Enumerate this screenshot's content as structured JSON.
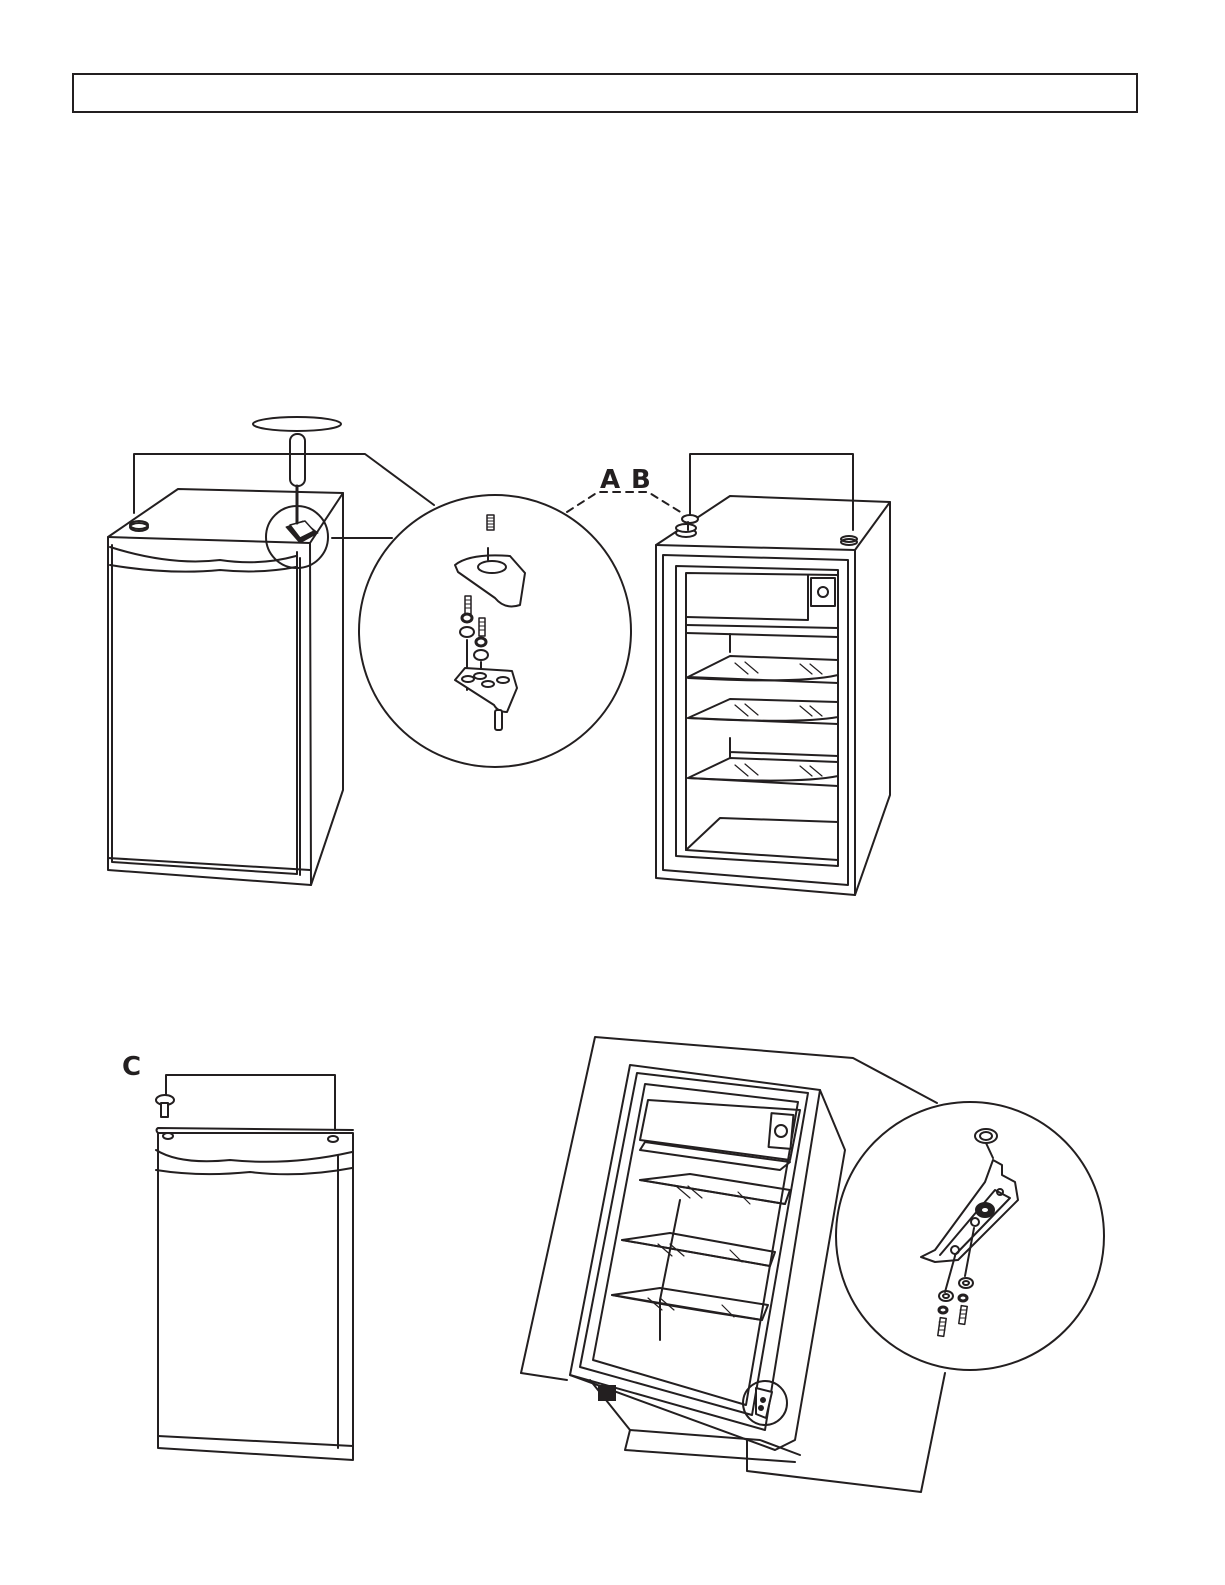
{
  "header": {
    "title": ""
  },
  "callouts": {
    "a": "A",
    "b": "B",
    "c": "C"
  },
  "colors": {
    "ink": "#231f20",
    "paper": "#ffffff"
  }
}
